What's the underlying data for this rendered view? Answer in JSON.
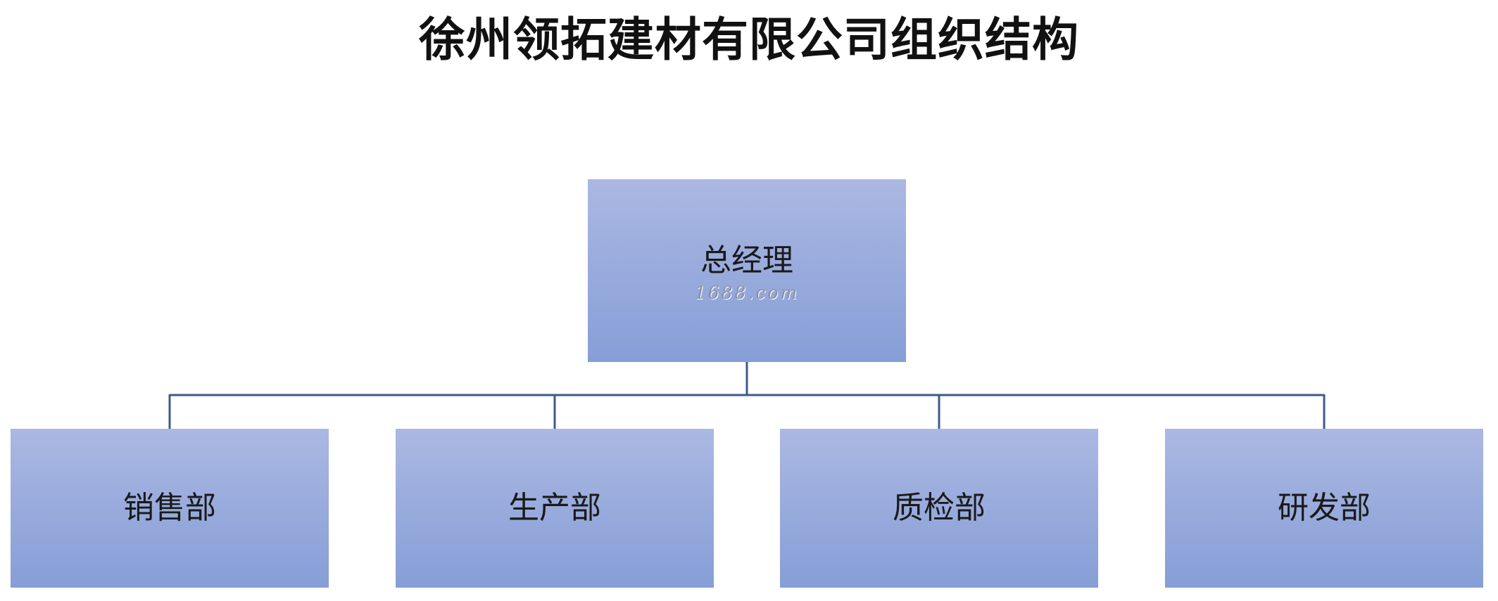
{
  "title": "徐州领拓建材有限公司组织结构",
  "colors": {
    "box_top": "#abb8e2",
    "box_bottom": "#869ed7",
    "connector": "#3e5a8a",
    "background": "#ffffff"
  },
  "root": {
    "label": "总经理",
    "watermark": "1688.com"
  },
  "departments": [
    {
      "label": "销售部"
    },
    {
      "label": "生产部"
    },
    {
      "label": "质检部"
    },
    {
      "label": "研发部"
    }
  ]
}
